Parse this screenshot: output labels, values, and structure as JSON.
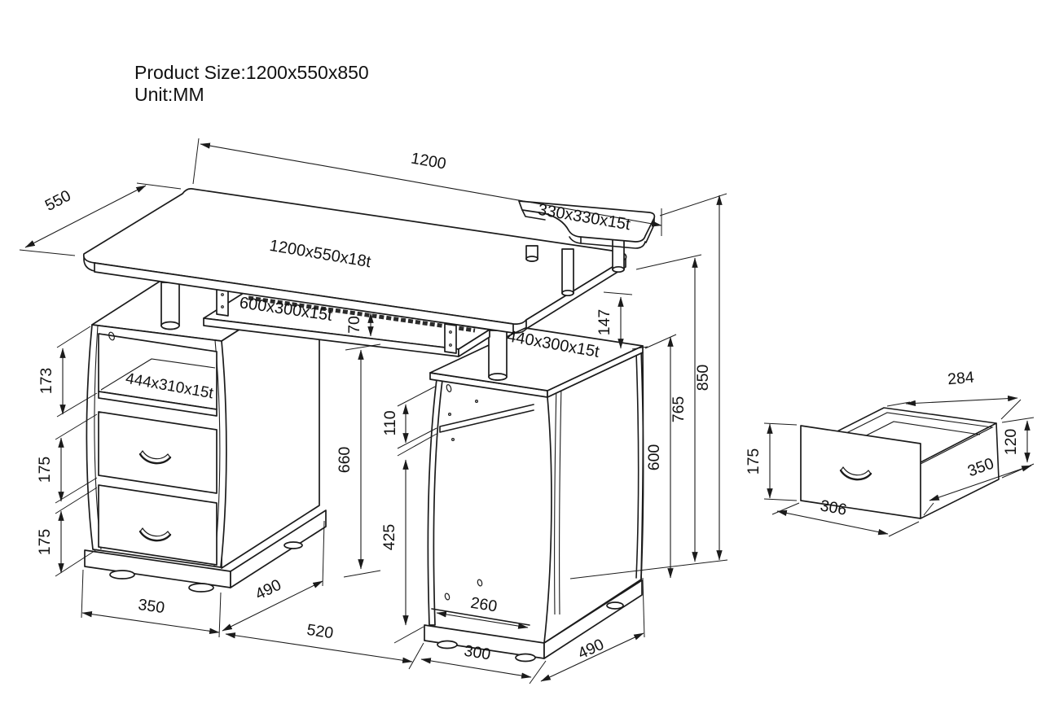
{
  "title": {
    "line1": "Product Size:1200x550x850",
    "line2": "Unit:MM"
  },
  "panels": {
    "desktop": "1200x550x18t",
    "monitor_shelf": "330x330x15t",
    "keyboard_tray": "600x300x15t",
    "right_top": "440x300x15t",
    "left_shelf": "444x310x15t"
  },
  "dimensions": {
    "overall_width": "1200",
    "overall_depth": "550",
    "overall_height": "850",
    "desktop_height": "765",
    "right_cabinet_height": "600",
    "tray_floor_height": "660",
    "tray_gap": "70",
    "shelf_raise": "147",
    "left_opening": "173",
    "left_drawer1": "175",
    "left_drawer2": "175",
    "right_opening_top": "110",
    "right_opening_bottom": "425",
    "left_width": "350",
    "left_depth": "490",
    "gap": "520",
    "right_inner_width": "260",
    "right_width": "300",
    "right_depth": "490"
  },
  "drawer_detail": {
    "top_width": "284",
    "side_height": "120",
    "depth": "350",
    "front_height": "175",
    "front_width": "306"
  }
}
